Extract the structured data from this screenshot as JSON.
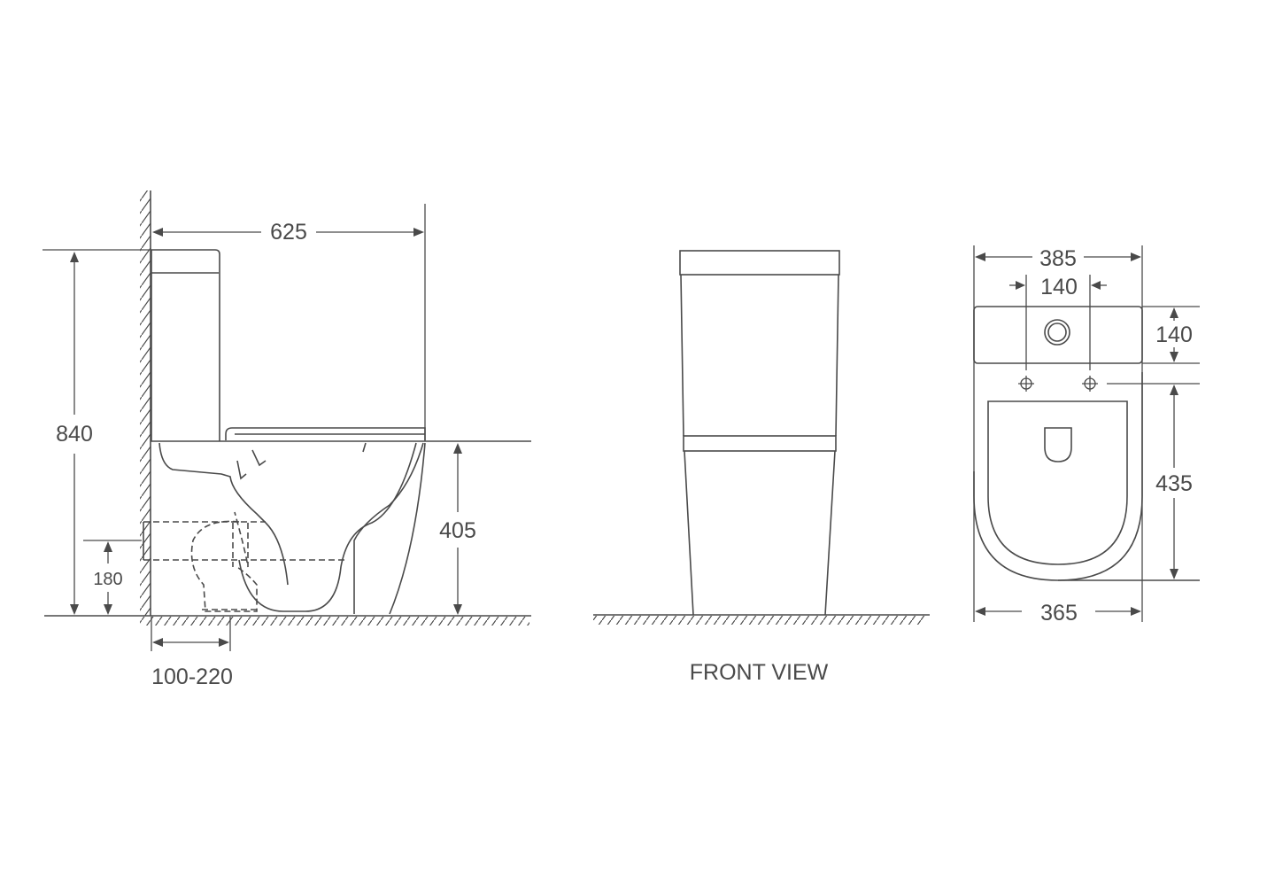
{
  "drawing": {
    "subject": "Two-piece toilet dimension drawing",
    "units": "mm",
    "line_color": "#4a4a4a",
    "background": "#ffffff"
  },
  "side_view": {
    "overall_depth": "625",
    "overall_height": "840",
    "seat_height": "405",
    "outlet_height": "180",
    "wall_to_outlet": "100-220"
  },
  "front_view": {
    "title": "FRONT VIEW"
  },
  "top_view": {
    "tank_width": "385",
    "fixing_hole_spacing": "140",
    "tank_depth": "140",
    "bowl_length": "435",
    "bowl_width": "365"
  }
}
